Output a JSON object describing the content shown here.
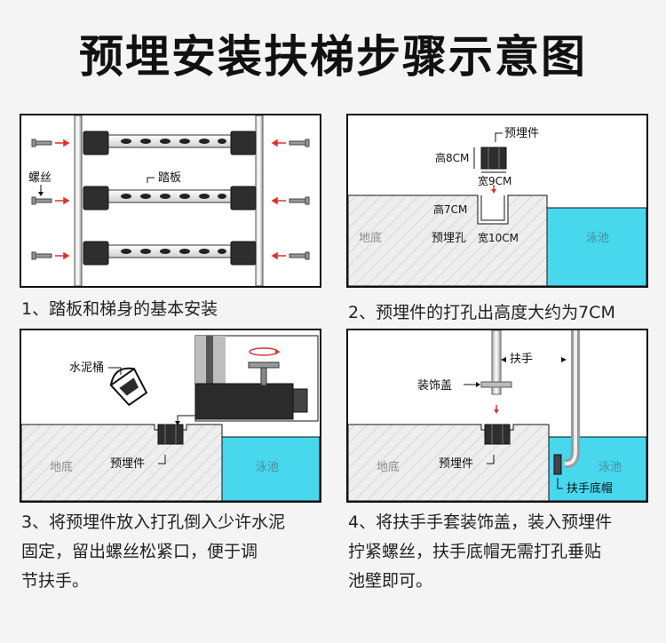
{
  "title": "预埋安装扶梯步骤示意图",
  "colors": {
    "pool": "#47d8ee",
    "ground": "#eeeeee",
    "hatch": "#cfcfcf",
    "arrow_red": "#e0312f"
  },
  "panel1": {
    "label_screw": "螺丝",
    "label_tread": "踏板",
    "caption": "1、踏板和梯身的基本安装"
  },
  "panel2": {
    "label_embed": "预埋件",
    "label_height8": "高8CM",
    "label_width9": "宽9CM",
    "label_height7": "高7CM",
    "label_hole": "预埋孔",
    "label_width10": "宽10CM",
    "label_ground": "地底",
    "label_pool": "泳池",
    "caption": "2、预埋件的打孔出高度大约为7CM"
  },
  "panel3": {
    "label_bucket": "水泥桶",
    "label_embed": "预埋件",
    "label_ground": "地底",
    "label_pool": "泳池",
    "caption_lines": [
      "3、将预埋件放入打孔倒入少许水泥",
      "固定，留出螺丝松紧口，便于调",
      "节扶手。"
    ]
  },
  "panel4": {
    "label_handrail": "扶手",
    "label_cover": "装饰盖",
    "label_embed": "预埋件",
    "label_ground": "地底",
    "label_pool": "泳池",
    "label_cap": "扶手底帽",
    "caption_lines": [
      "4、将扶手手套装饰盖，装入预埋件",
      "拧紧螺丝，扶手底帽无需打孔垂贴",
      "池壁即可。"
    ]
  }
}
